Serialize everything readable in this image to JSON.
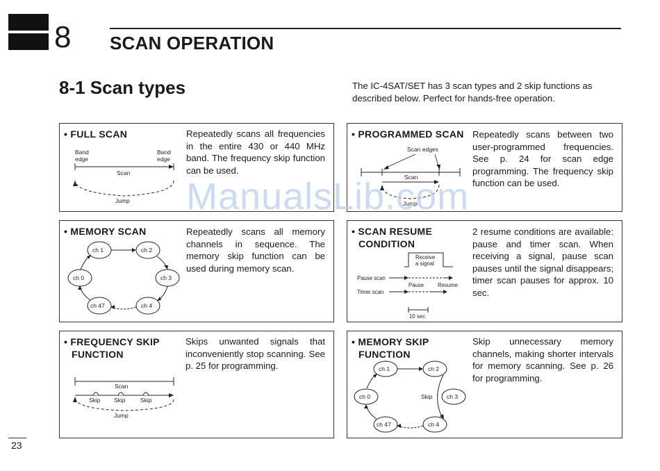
{
  "header": {
    "chapter_number": "8",
    "chapter_title": "SCAN OPERATION"
  },
  "section": {
    "title": "8-1 Scan types",
    "intro": "The IC-4SAT/SET has 3 scan types and 2 skip functions as described below. Perfect for hands-free operation."
  },
  "boxes": {
    "full_scan": {
      "title": "• FULL SCAN",
      "desc": "Repeatedly scans all frequencies in the entire 430 or 440 MHz band. The frequency skip function can be used.",
      "diagram": {
        "band_edge_left": "Band edge",
        "band_edge_right": "Band edge",
        "scan": "Scan",
        "jump": "Jump"
      }
    },
    "programmed_scan": {
      "title": "• PROGRAMMED SCAN",
      "desc": "Repeatedly scans between two user-programmed frequencies. See p. 24 for scan edge programming. The frequency skip function can be used.",
      "diagram": {
        "scan_edges": "Scan edges",
        "scan": "Scan",
        "jump": "Jump"
      }
    },
    "memory_scan": {
      "title": "• MEMORY SCAN",
      "desc": "Repeatedly scans all memory channels in sequence. The memory skip function can be used during memory scan.",
      "diagram": {
        "ch1": "ch 1",
        "ch2": "ch 2",
        "ch0": "ch 0",
        "ch3": "ch 3",
        "ch47": "ch 47",
        "ch4": "ch 4"
      }
    },
    "scan_resume": {
      "title_line1": "• SCAN RESUME",
      "title_line2": "CONDITION",
      "desc": "2 resume conditions are available: pause and timer scan. When receiving a signal, pause scan pauses until the signal disappears; timer scan pauses for approx. 10 sec.",
      "diagram": {
        "receive": "Receive",
        "a_signal": "a signal",
        "pause_scan": "Pause scan",
        "timer_scan": "Timer scan",
        "pause": "Pause",
        "resume": "Resume",
        "ten_sec": "10 sec"
      }
    },
    "frequency_skip": {
      "title_line1": "• FREQUENCY SKIP",
      "title_line2": "FUNCTION",
      "desc": "Skips unwanted signals that inconveniently stop scanning. See p. 25 for programming.",
      "diagram": {
        "scan": "Scan",
        "skip1": "Skip",
        "skip2": "Skip",
        "skip3": "Skip",
        "jump": "Jump"
      }
    },
    "memory_skip": {
      "title_line1": "• MEMORY SKIP",
      "title_line2": "FUNCTION",
      "desc": "Skip unnecessary memory channels, making shorter intervals for memory scanning. See p. 26 for programming.",
      "diagram": {
        "ch1": "ch 1",
        "ch2": "ch 2",
        "ch0": "ch 0",
        "skip": "Skip",
        "ch3": "ch 3",
        "ch47": "ch 47",
        "ch4": "ch 4"
      }
    }
  },
  "watermark": "ManualsLib.com",
  "footer": {
    "page_number": "23"
  }
}
